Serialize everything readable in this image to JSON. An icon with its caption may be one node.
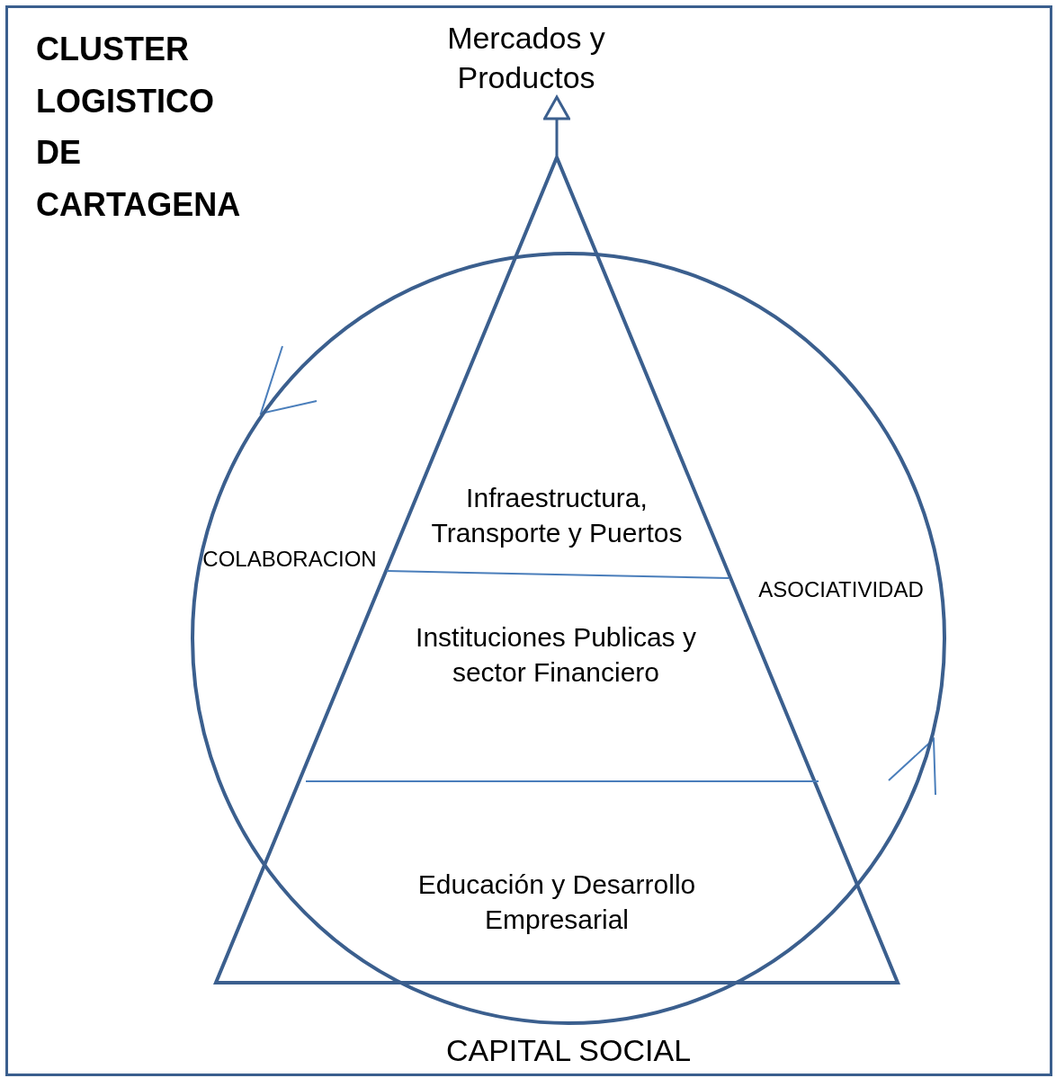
{
  "diagram": {
    "title": "CLUSTER LOGISTICO DE CARTAGENA",
    "nodes": [
      {
        "text": [],
        "shape": "circle"
      },
      {
        "text": [],
        "shape": "triangle"
      },
      {
        "text": [
          "Infraestructura, Transporte y Puertos"
        ],
        "in": 1
      },
      {
        "text": [
          "Instituciones Publicas y sector Financiero"
        ],
        "in": 1
      },
      {
        "text": [
          "Educación y Desarrollo Empresarial"
        ],
        "in": 1
      },
      {
        "text": [
          "Mercados y Productos"
        ]
      }
    ],
    "edges": [
      {
        "from": 1,
        "to": 5,
        "arrow": "to"
      }
    ],
    "labels": [
      "COLABORACION",
      "ASOCIATIVIDAD",
      "CAPITAL SOCIAL"
    ]
  }
}
